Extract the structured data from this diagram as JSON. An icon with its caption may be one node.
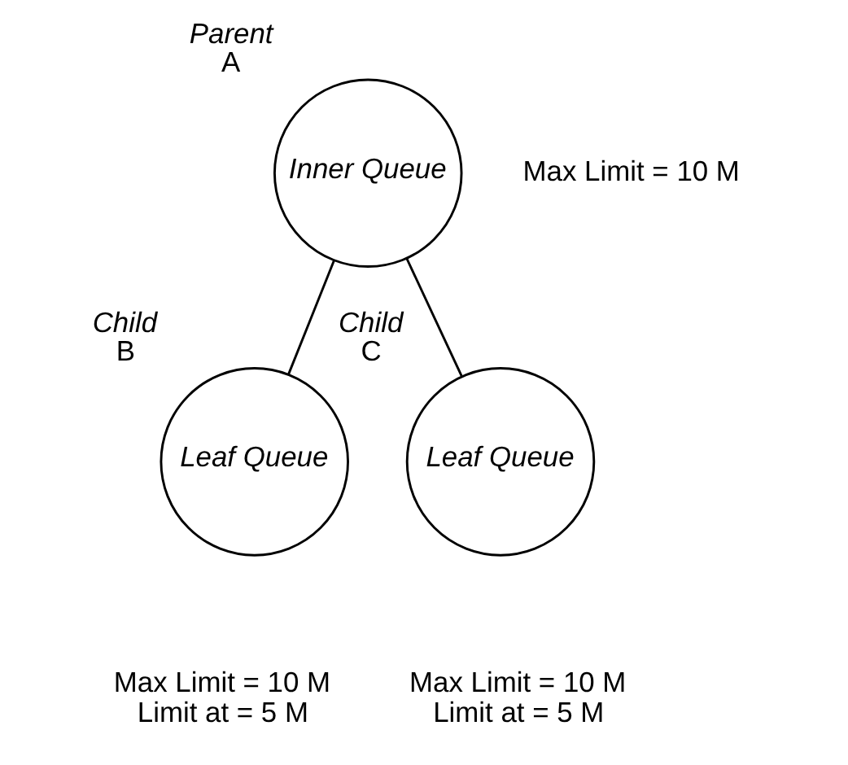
{
  "diagram": {
    "nodes": [
      {
        "text": [
          "Parent",
          "A",
          "Inner Queue"
        ],
        "beside": [
          "Max Limit = 10 M"
        ]
      },
      {
        "text": [
          "Child",
          "B",
          "Leaf Queue"
        ],
        "beside": [
          "Max Limit = 10 M",
          "Limit at = 5 M"
        ]
      },
      {
        "text": [
          "Child",
          "C",
          "Leaf Queue"
        ],
        "beside": [
          "Max Limit = 10 M",
          "Limit at = 5 M"
        ]
      }
    ],
    "edges": [
      {
        "from": 0,
        "to": 1,
        "arrow": "none"
      },
      {
        "from": 0,
        "to": 2,
        "arrow": "none"
      }
    ]
  }
}
